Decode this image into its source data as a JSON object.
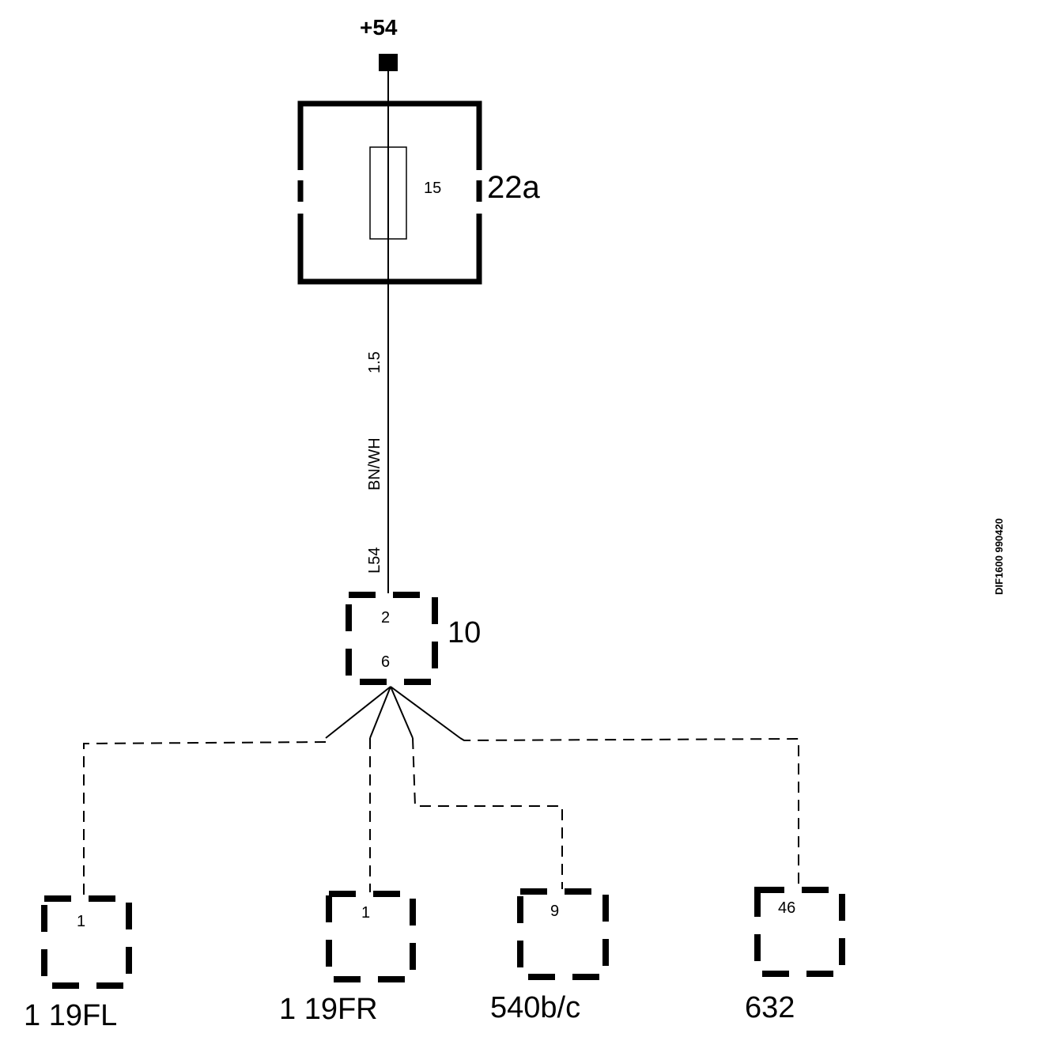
{
  "supply": {
    "label": "+54"
  },
  "fuse_box": {
    "id": "22a",
    "fuse_number": "15"
  },
  "wire": {
    "size": "1.5",
    "color": "BN/WH",
    "circuit": "L54"
  },
  "splice": {
    "id": "10",
    "pin_in": "2",
    "pin_out": "6"
  },
  "connectors": [
    {
      "id": "1 19FL",
      "pin": "1"
    },
    {
      "id": "1 19FR",
      "pin": "1"
    },
    {
      "id": "540b/c",
      "pin": "9"
    },
    {
      "id": "632",
      "pin": "46"
    }
  ],
  "doc_code": "DIF1600 990420"
}
